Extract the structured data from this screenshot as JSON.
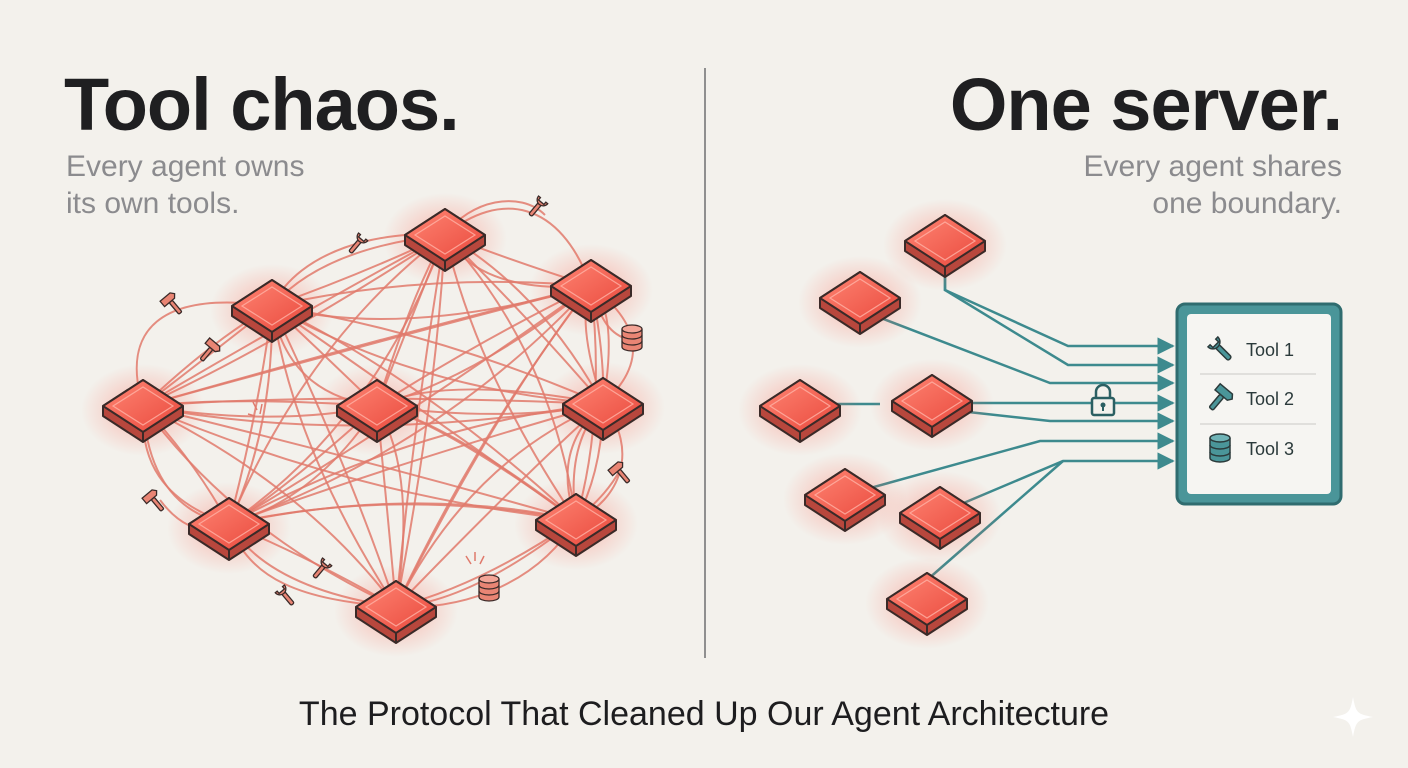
{
  "left": {
    "title": "Tool chaos.",
    "subtitle_lines": [
      "Every agent owns",
      "its own tools."
    ]
  },
  "right": {
    "title": "One server.",
    "subtitle_lines": [
      "Every agent shares",
      "one boundary."
    ],
    "server_tools": [
      {
        "icon": "wrench-icon",
        "label": "Tool 1"
      },
      {
        "icon": "hammer-icon",
        "label": "Tool 2"
      },
      {
        "icon": "database-icon",
        "label": "Tool 3"
      }
    ]
  },
  "caption": "The Protocol That Cleaned Up Our Agent Architecture",
  "colors": {
    "agent": "#ef5b4f",
    "chaos_line": "#e07a6c",
    "server": "#3d8a8e",
    "text": "#1f1f21",
    "subtext": "#8b8b8e"
  }
}
